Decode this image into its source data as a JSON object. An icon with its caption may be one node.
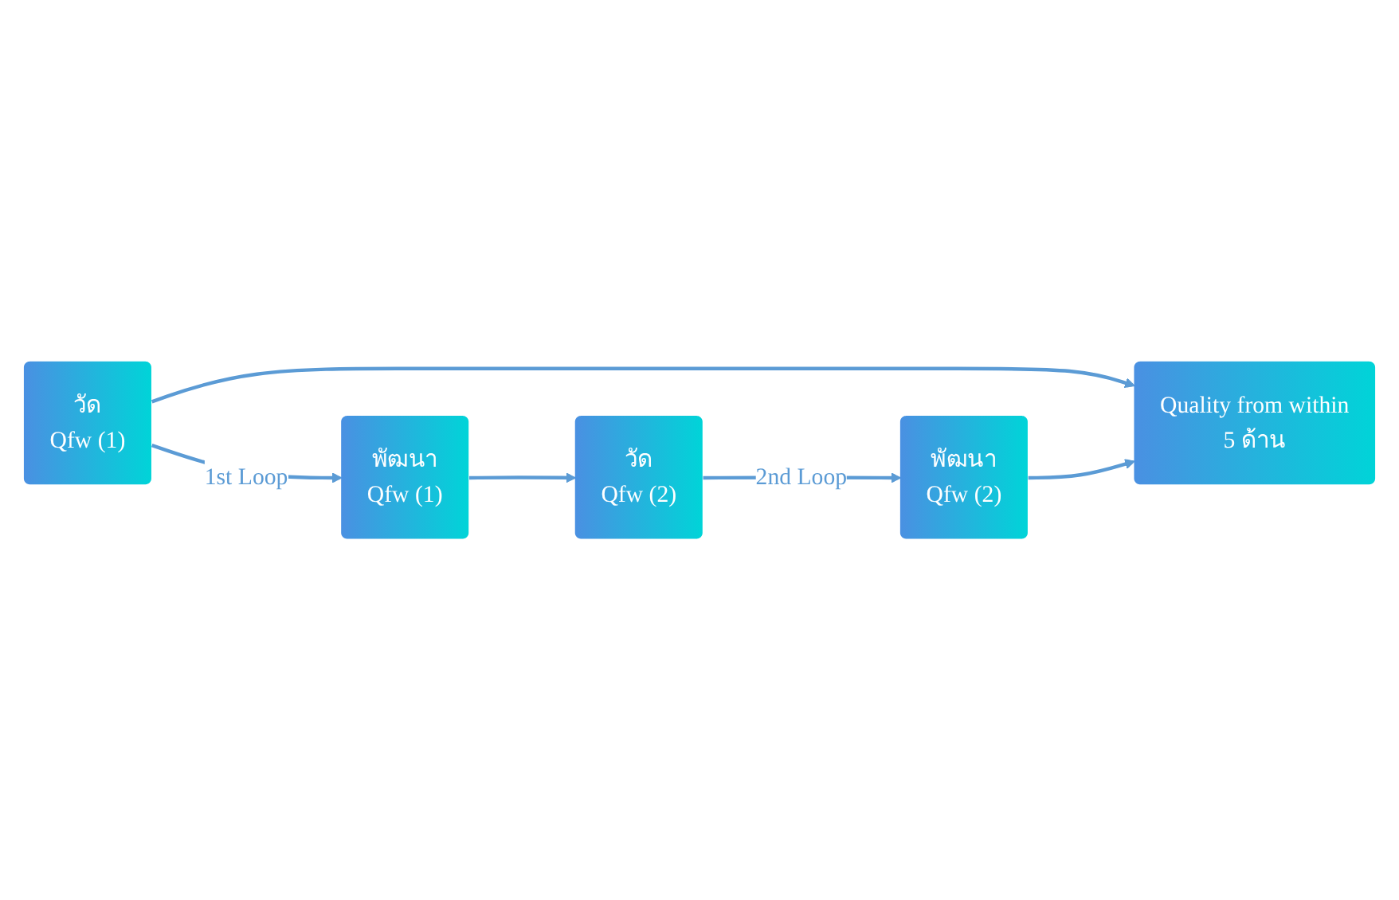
{
  "diagram": {
    "nodes": [
      {
        "text": [
          "วัด",
          "Qfw (1)"
        ]
      },
      {
        "text": [
          "พัฒนา",
          "Qfw (1)"
        ]
      },
      {
        "text": [
          "Quality from within",
          "5 ด้าน"
        ]
      },
      {
        "text": [
          "พัฒนา",
          "Qfw (2)"
        ]
      },
      {
        "text": [
          "วัด",
          "Qfw (2)"
        ]
      }
    ],
    "edges": [
      {
        "from": 0,
        "to": 1,
        "arrow": "to",
        "label": "1st Loop"
      },
      {
        "from": 0,
        "to": 2,
        "arrow": "to"
      },
      {
        "from": 1,
        "to": 4,
        "arrow": "to"
      },
      {
        "from": 4,
        "to": 3,
        "arrow": "to",
        "label": "2nd Loop"
      },
      {
        "from": 3,
        "to": 2,
        "arrow": "to"
      }
    ]
  }
}
